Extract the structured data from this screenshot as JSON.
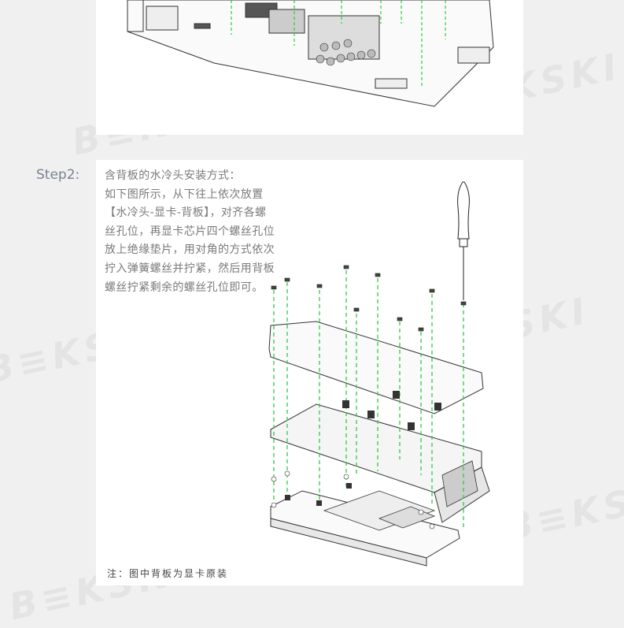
{
  "step": {
    "label": "Step2:"
  },
  "instructions": {
    "lines": [
      "含背板的水冷头安装方式：",
      "如下图所示，从下往上依次放置",
      "【水冷头-显卡-背板】，对齐各螺",
      "丝孔位，再显卡芯片四个螺丝孔位",
      "放上绝缘垫片，用对角的方式依次",
      "拧入弹簧螺丝并拧紧，然后用背板",
      "螺丝拧紧剩余的螺丝孔位即可。"
    ]
  },
  "footnote": "注：图中背板为显卡原装",
  "colors": {
    "guide_line": "#2ecc40",
    "line_art": "#333333",
    "watermark": "#e4e4e4"
  }
}
